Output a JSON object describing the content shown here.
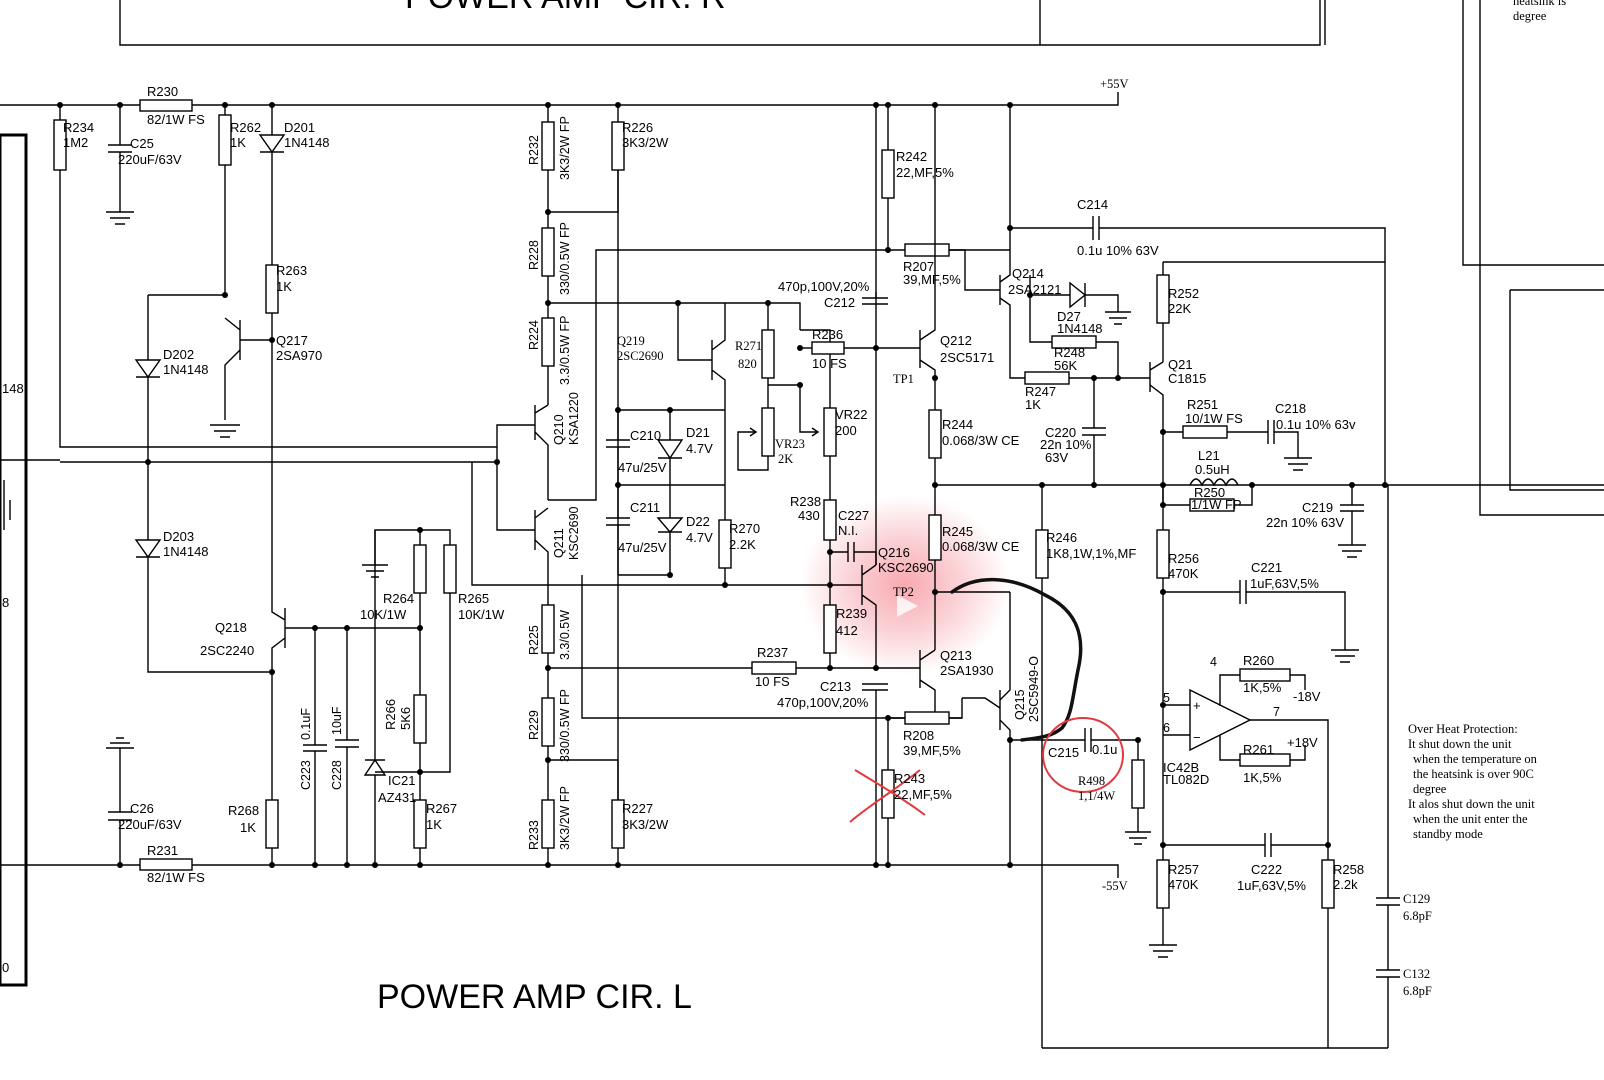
{
  "titles": {
    "top": "POWER AMP CIR. R",
    "bottom": "POWER AMP CIR. L"
  },
  "corner_note": {
    "line1": "heatsink is",
    "line2": "degree"
  },
  "left_edge": {
    "a": "148",
    "b": "8",
    "c": "0"
  },
  "rails": {
    "pos": "+55V",
    "neg": "-55V",
    "pos18": "+18V",
    "neg18": "-18V"
  },
  "test_points": {
    "tp1": "TP1",
    "tp2": "TP2"
  },
  "components": {
    "R230": {
      "ref": "R230",
      "val": "82/1W FS"
    },
    "R234": {
      "ref": "R234",
      "val": "1M2"
    },
    "C25": {
      "ref": "C25",
      "val": "220uF/63V"
    },
    "R262": {
      "ref": "R262",
      "val": "1K"
    },
    "D201": {
      "ref": "D201",
      "val": "1N4148"
    },
    "R263": {
      "ref": "R263",
      "val": "1K"
    },
    "Q217": {
      "ref": "Q217",
      "val": "2SA970"
    },
    "D202": {
      "ref": "D202",
      "val": "1N4148"
    },
    "D203": {
      "ref": "D203",
      "val": "1N4148"
    },
    "Q218": {
      "ref": "Q218",
      "val": "2SC2240"
    },
    "R264": {
      "ref": "R264",
      "val": "10K/1W"
    },
    "R265": {
      "ref": "R265",
      "val": "10K/1W"
    },
    "R266": {
      "ref": "R266",
      "val": "5K6"
    },
    "C223": {
      "ref": "C223",
      "val": "0.1uF"
    },
    "C228": {
      "ref": "C228",
      "val": "10uF"
    },
    "IC21": {
      "ref": "IC21",
      "val": "AZ431"
    },
    "R267": {
      "ref": "R267",
      "val": "1K"
    },
    "R268": {
      "ref": "R268",
      "val": "1K"
    },
    "C26": {
      "ref": "C26",
      "val": "220uF/63V"
    },
    "R231": {
      "ref": "R231",
      "val": "82/1W FS"
    },
    "R232": {
      "ref": "R232",
      "val": "3K3/2W FP"
    },
    "R226": {
      "ref": "R226",
      "val": "3K3/2W"
    },
    "R228": {
      "ref": "R228",
      "val": "330/0.5W FP"
    },
    "R224": {
      "ref": "R224",
      "val": "3.3/0.5W FP"
    },
    "Q210": {
      "ref": "Q210",
      "val": "KSA1220"
    },
    "Q211": {
      "ref": "Q211",
      "val": "KSC2690"
    },
    "R225": {
      "ref": "R225",
      "val": "3.3/0.5W"
    },
    "R229": {
      "ref": "R229",
      "val": "330/0.5W FP"
    },
    "R233": {
      "ref": "R233",
      "val": "3K3/2W FP"
    },
    "R227": {
      "ref": "R227",
      "val": "3K3/2W"
    },
    "Q219": {
      "ref": "Q219",
      "val": "2SC2690"
    },
    "R271": {
      "ref": "R271",
      "val": "820"
    },
    "C210": {
      "ref": "C210",
      "val": "47u/25V"
    },
    "D21": {
      "ref": "D21",
      "val": "4.7V"
    },
    "C211": {
      "ref": "C211",
      "val": "47u/25V"
    },
    "D22": {
      "ref": "D22",
      "val": "4.7V"
    },
    "R270": {
      "ref": "R270",
      "val": "2.2K"
    },
    "VR23": {
      "ref": "VR23",
      "val": "2K"
    },
    "VR22": {
      "ref": "VR22",
      "val": "200"
    },
    "R236": {
      "ref": "R236",
      "val": "10 FS"
    },
    "R238": {
      "ref": "R238",
      "val": "430"
    },
    "C227": {
      "ref": "C227",
      "val": "N.I."
    },
    "Q216": {
      "ref": "Q216",
      "val": "KSC2690"
    },
    "R239": {
      "ref": "R239",
      "val": "412"
    },
    "R237": {
      "ref": "R237",
      "val": "10 FS"
    },
    "R242": {
      "ref": "R242",
      "val": "22,MF,5%"
    },
    "C212": {
      "ref": "C212",
      "val": "470p,100V,20%"
    },
    "R207": {
      "ref": "R207",
      "val": "39,MF,5%"
    },
    "Q212": {
      "ref": "Q212",
      "val": "2SC5171"
    },
    "R244": {
      "ref": "R244",
      "val": "0.068/3W  CE"
    },
    "R245": {
      "ref": "R245",
      "val": "0.068/3W CE"
    },
    "Q213": {
      "ref": "Q213",
      "val": "2SA1930"
    },
    "C213": {
      "ref": "C213",
      "val": "470p,100V,20%"
    },
    "R208": {
      "ref": "R208",
      "val": "39,MF,5%"
    },
    "R243": {
      "ref": "R243",
      "val": "22,MF,5%"
    },
    "Q215": {
      "ref": "Q215",
      "val": "2SC5949-O"
    },
    "C214": {
      "ref": "C214",
      "val": "0.1u 10% 63V"
    },
    "Q214": {
      "ref": "Q214",
      "val": "2SA2121"
    },
    "D27": {
      "ref": "D27",
      "val": "1N4148"
    },
    "R248": {
      "ref": "R248",
      "val": "56K"
    },
    "R247": {
      "ref": "R247",
      "val": "1K"
    },
    "C220": {
      "ref": "C220",
      "val": "22n 10%",
      "val2": "63V"
    },
    "R246": {
      "ref": "R246",
      "val": "1K8,1W,1%,MF"
    },
    "C215": {
      "ref": "C215",
      "val": "0.1u"
    },
    "R498": {
      "ref": "R498",
      "val": "1,1/4W"
    },
    "R252": {
      "ref": "R252",
      "val": "22K"
    },
    "Q21": {
      "ref": "Q21",
      "val": "C1815"
    },
    "R251": {
      "ref": "R251",
      "val": "10/1W FS"
    },
    "C218": {
      "ref": "C218",
      "val": "0.1u 10% 63v"
    },
    "L21": {
      "ref": "L21",
      "val": "0.5uH"
    },
    "R250": {
      "ref": "R250",
      "val": "1/1W FP"
    },
    "C219": {
      "ref": "C219",
      "val": "22n 10% 63V"
    },
    "R256": {
      "ref": "R256",
      "val": "470K"
    },
    "C221": {
      "ref": "C221",
      "val": "1uF,63V,5%"
    },
    "R260": {
      "ref": "R260",
      "val": "1K,5%"
    },
    "R261": {
      "ref": "R261",
      "val": "1K,5%"
    },
    "IC42B": {
      "ref": "IC42B",
      "val": "TL082D"
    },
    "R257": {
      "ref": "R257",
      "val": "470K"
    },
    "C222": {
      "ref": "C222",
      "val": "1uF,63V,5%"
    },
    "R258": {
      "ref": "R258",
      "val": "2.2k"
    },
    "C129": {
      "ref": "C129",
      "val": "6.8pF"
    },
    "C132": {
      "ref": "C132",
      "val": "6.8pF"
    }
  },
  "opamp_pins": {
    "p4": "4",
    "p5": "5",
    "p6": "6",
    "p7": "7",
    "plus": "+",
    "minus": "−"
  },
  "note": {
    "l1": "Over Heat Protection:",
    "l2": "It shut down the unit",
    "l3": "when the temperature on",
    "l4": "the heatsink is over 90C",
    "l5": "degree",
    "l6": "It alos shut down the unit",
    "l7": "when the unit enter the",
    "l8": "standby mode"
  },
  "colors": {
    "ink": "#000000",
    "annotation_red": "#e0393e",
    "highlight_pink": "#f6a0a8"
  }
}
